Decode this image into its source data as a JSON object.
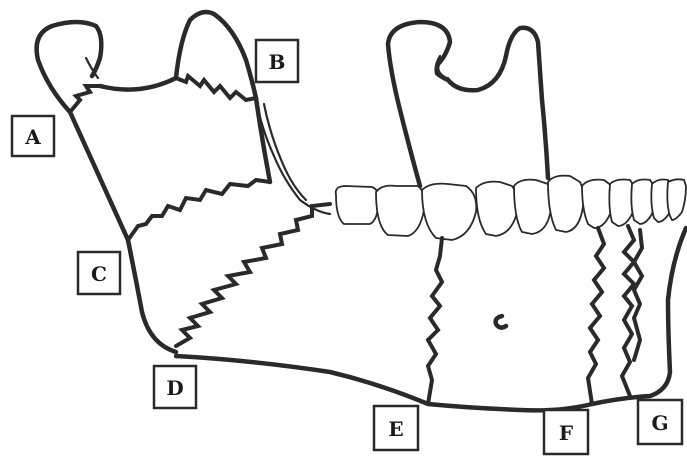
{
  "figure": {
    "labels": [
      "A",
      "B",
      "C",
      "D",
      "E",
      "F",
      "G"
    ]
  },
  "colors": {
    "line": "#2a2a2a",
    "background": "#ffffff"
  }
}
